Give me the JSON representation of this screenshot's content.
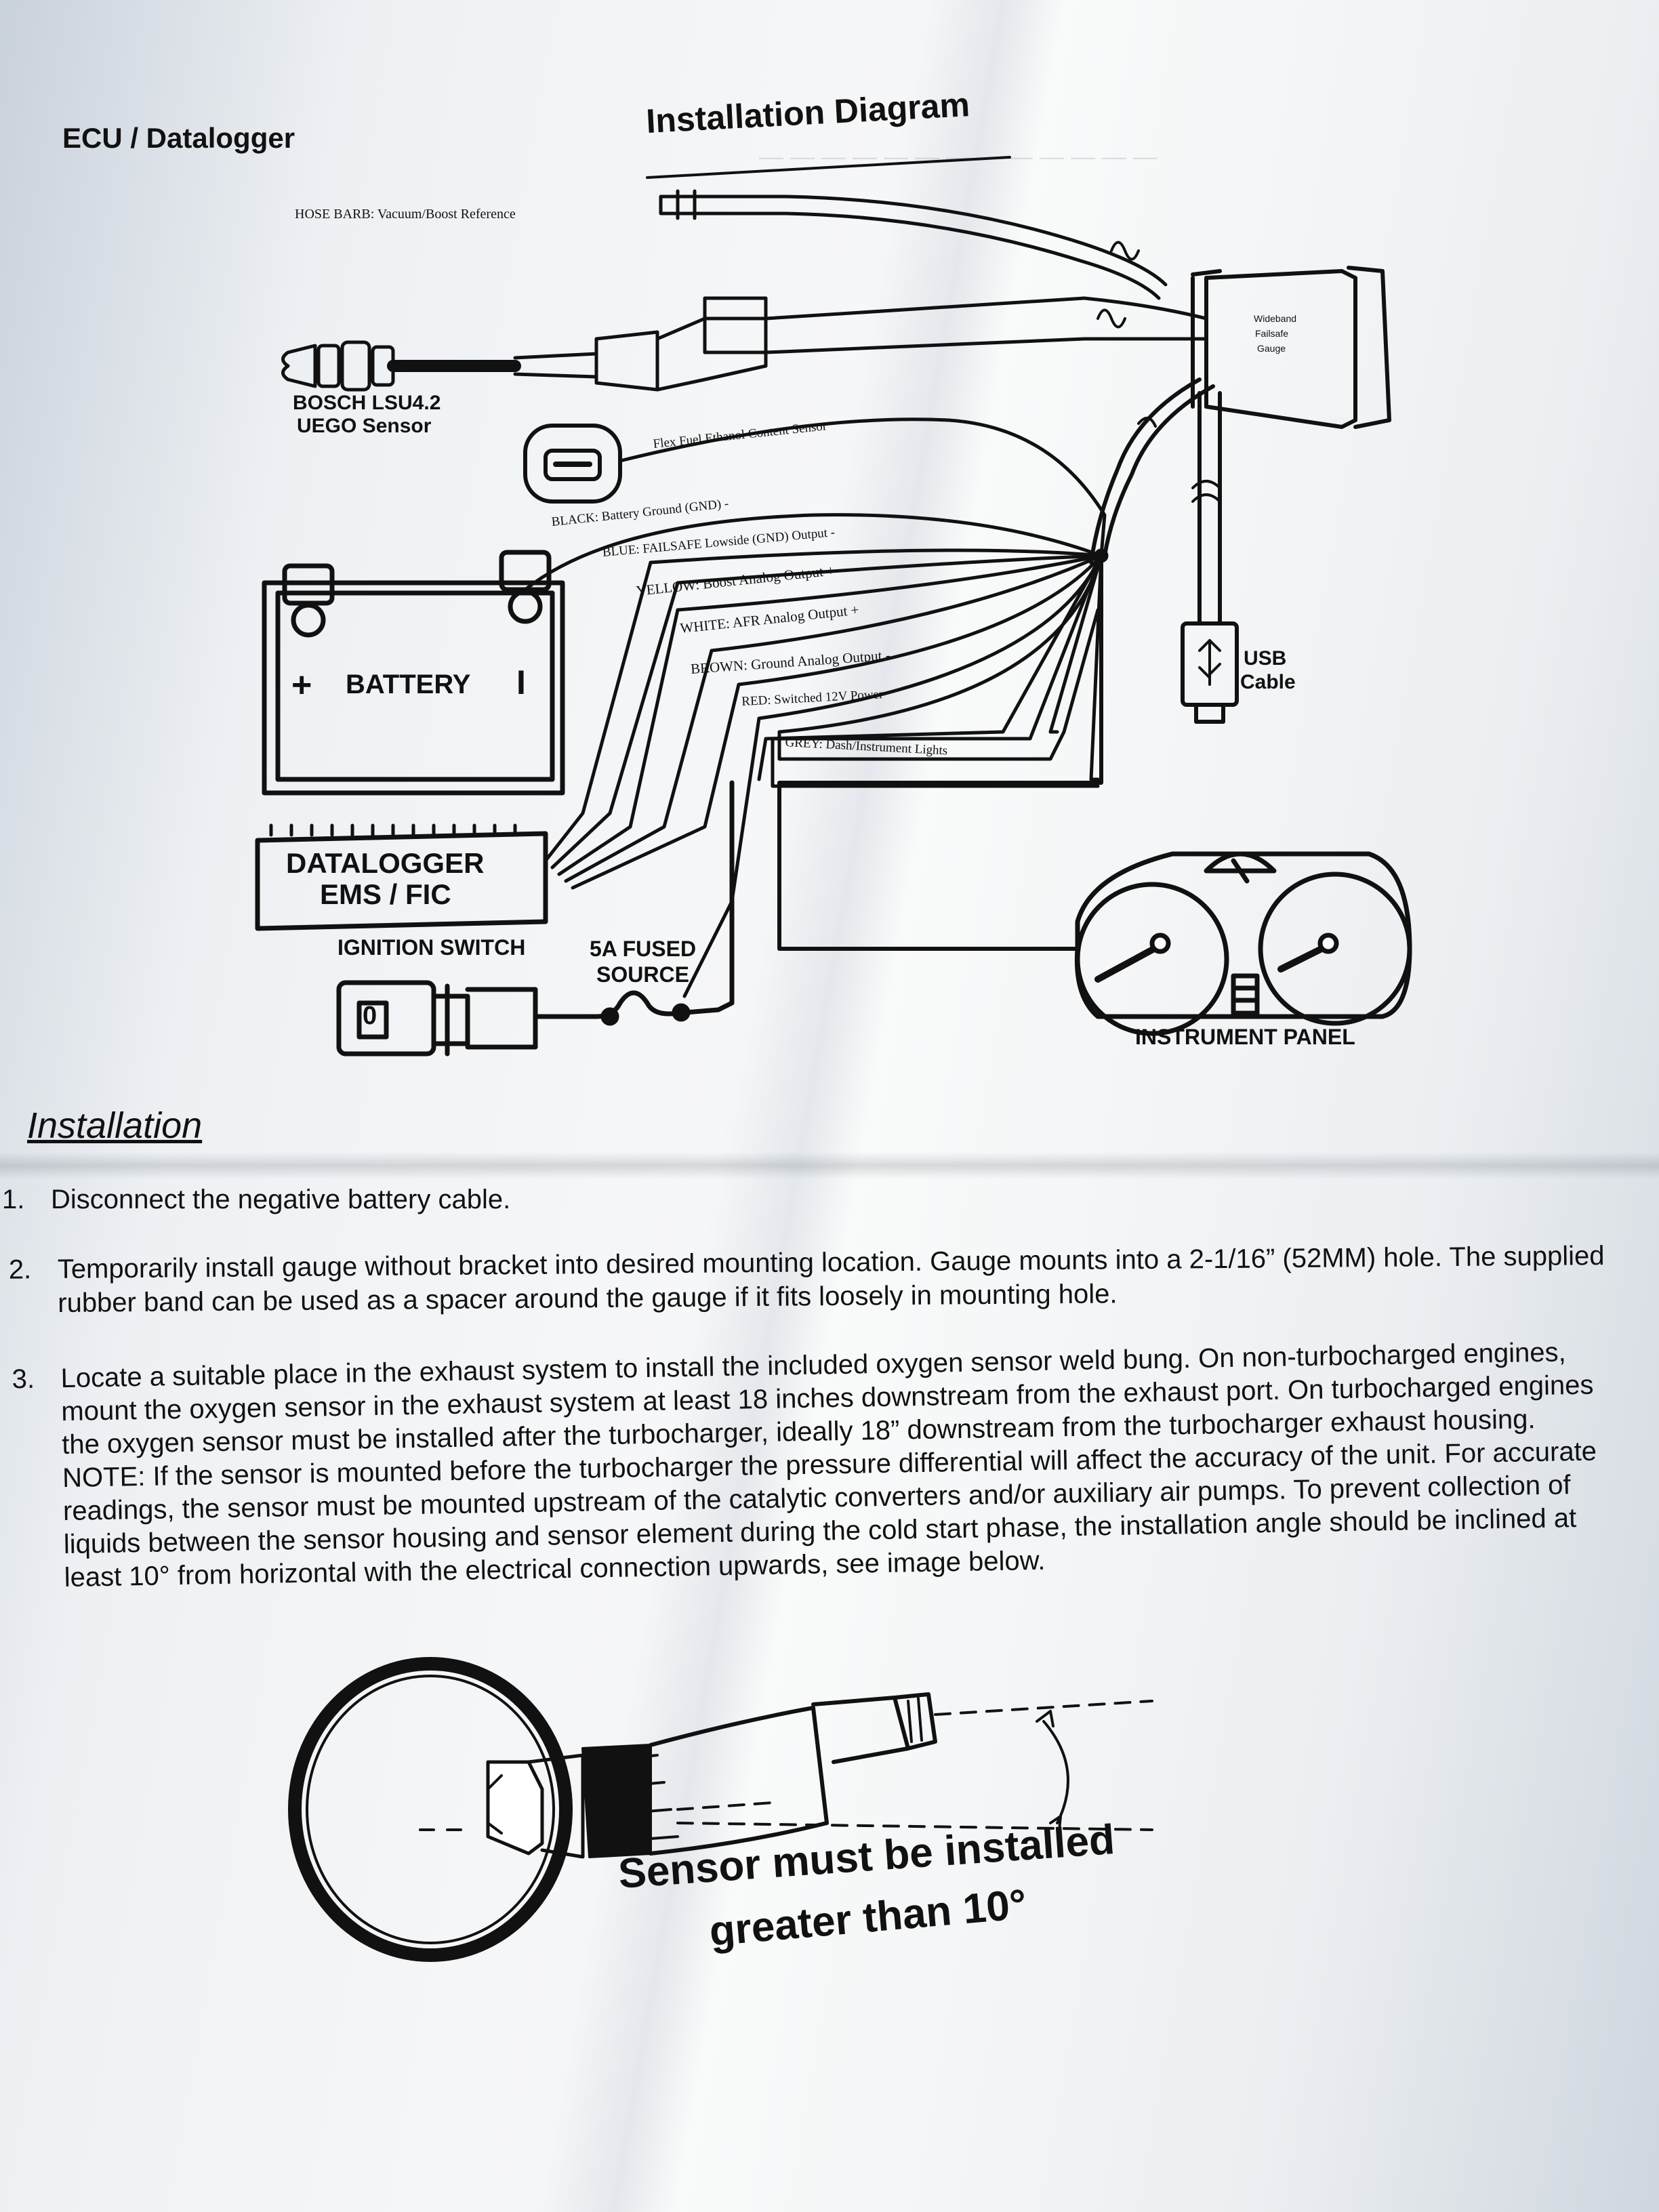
{
  "page": {
    "section_heading": "ECU / Datalogger",
    "diagram_title": "Installation Diagram"
  },
  "diagram": {
    "hose_barb": "HOSE BARB: Vacuum/Boost Reference",
    "sensor_line1": "BOSCH LSU4.2",
    "sensor_line2": "UEGO Sensor",
    "flex_fuel": "Flex Fuel Ethanol Content Sensor",
    "gauge_line1": "Wideband",
    "gauge_line2": "Failsafe",
    "gauge_line3": "Gauge",
    "battery": "BATTERY",
    "battery_plus": "+",
    "battery_minus": "I",
    "wires": [
      "BLACK: Battery Ground (GND) -",
      "BLUE: FAILSAFE Lowside (GND) Output -",
      "YELLOW: Boost Analog Output +",
      "WHITE: AFR Analog Output +",
      "BROWN: Ground Analog Output -",
      "RED: Switched 12V Power",
      "GREY: Dash/Instrument Lights"
    ],
    "usb_line1": "USB",
    "usb_line2": "Cable",
    "datalogger_line1": "DATALOGGER",
    "datalogger_line2": "EMS / FIC",
    "ignition": "IGNITION SWITCH",
    "fused_line1": "5A FUSED",
    "fused_line2": "SOURCE",
    "instrument_panel": "INSTRUMENT PANEL",
    "ignition_key": "0"
  },
  "installation": {
    "heading": "Installation",
    "steps": [
      {
        "num": "1.",
        "text": "Disconnect the negative battery cable."
      },
      {
        "num": "2.",
        "text": "Temporarily install gauge without bracket into desired mounting location.  Gauge mounts into a 2-1/16” (52MM) hole. The supplied rubber band can be used as a spacer around the gauge if it fits loosely in mounting hole."
      },
      {
        "num": "3.",
        "text": "Locate a suitable place in the exhaust system to install the included oxygen sensor weld bung. On non-turbocharged engines, mount the oxygen sensor in the exhaust system at least 18 inches downstream from the exhaust port. On turbocharged engines the oxygen sensor must be installed after the turbocharger, ideally 18” downstream from the turbocharger exhaust housing. NOTE: If the sensor is mounted before the turbocharger the pressure differential will affect the accuracy of the unit. For accurate readings, the sensor must be mounted upstream of the catalytic converters and/or auxiliary air pumps. To prevent collection of liquids between the sensor housing and sensor element during the cold start phase, the installation angle should be inclined at least 10° from horizontal with the electrical connection upwards, see image below."
      }
    ],
    "angle_caption_line1": "Sensor must be installed",
    "angle_caption_line2": "greater than 10°"
  }
}
